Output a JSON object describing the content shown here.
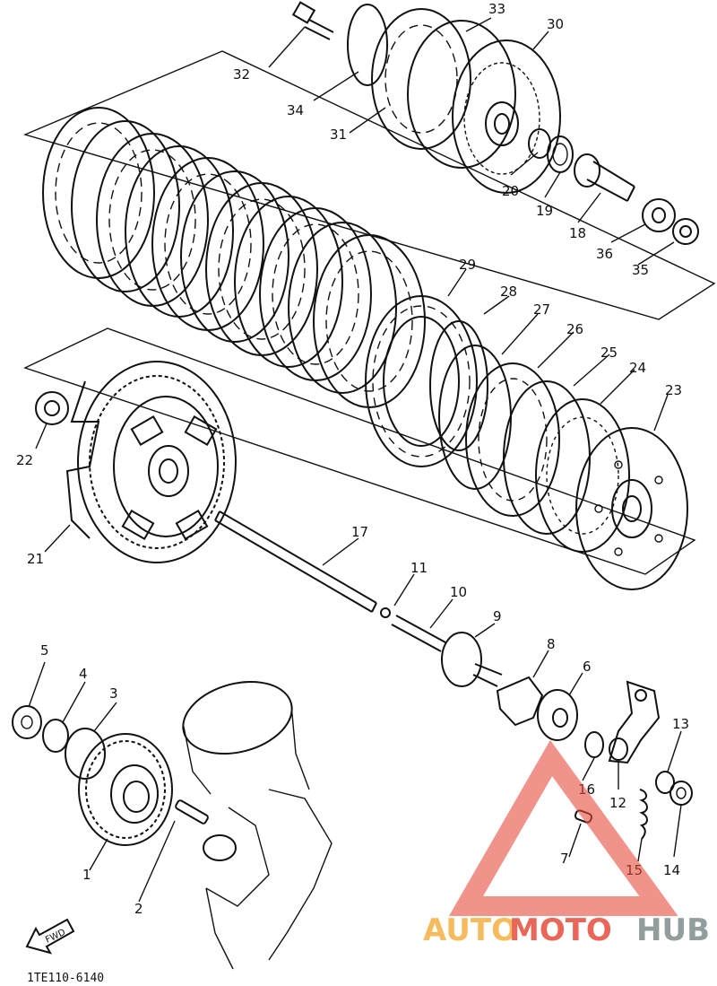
{
  "diagram": {
    "drawing_code": "1TE110-6140",
    "fwd_label": "FWD",
    "labels": {
      "p1": "1",
      "p2": "2",
      "p3": "3",
      "p4": "4",
      "p5": "5",
      "p6": "6",
      "p7": "7",
      "p8": "8",
      "p9": "9",
      "p10": "10",
      "p11": "11",
      "p12": "12",
      "p13": "13",
      "p14": "14",
      "p15": "15",
      "p16": "16",
      "p17": "17",
      "p18": "18",
      "p19": "19",
      "p20": "20",
      "p21": "21",
      "p22": "22",
      "p23": "23",
      "p24": "24",
      "p25": "25",
      "p26": "26",
      "p27": "27",
      "p28": "28",
      "p29": "29",
      "p30": "30",
      "p31": "31",
      "p32": "32",
      "p33": "33",
      "p34": "34",
      "p35": "35",
      "p36": "36"
    }
  },
  "watermark": {
    "part1": "AUTO",
    "part2": "MOTO",
    "part3": "HUB",
    "color_orange": "#F5B041",
    "color_red": "#E74C3C",
    "color_gray": "#7F8C8D"
  }
}
